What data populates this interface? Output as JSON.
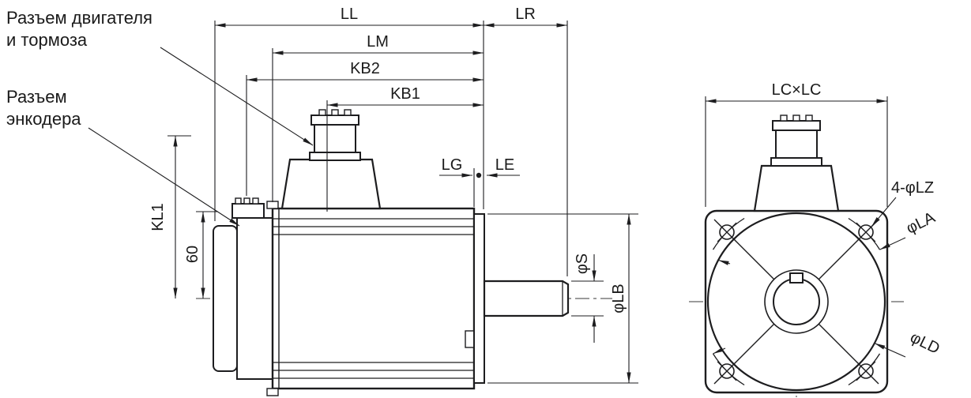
{
  "diagram": {
    "kind": "servo-motor dimensional drawing, side view and front (flange) view",
    "side": {
      "callouts": {
        "motor_brake_line1": "Разъем двигателя",
        "motor_brake_line2": "и тормоза",
        "encoder_line1": "Разъем",
        "encoder_line2": "энкодера"
      },
      "dims": {
        "LL": "LL",
        "LR": "LR",
        "LM": "LM",
        "KB2": "KB2",
        "KB1": "KB1",
        "LG": "LG",
        "LE": "LE",
        "KL1": "KL1",
        "h60": "60",
        "phiS": "φS",
        "phiLB": "φLB"
      }
    },
    "front": {
      "dims": {
        "LCxLC": "LC×LC",
        "LZ": "4-φLZ",
        "phiLA": "φLA",
        "phiLD": "φLD"
      }
    },
    "colors": {
      "line": "#1d1d1f",
      "text": "#1a1a1a",
      "background": "#ffffff"
    }
  }
}
